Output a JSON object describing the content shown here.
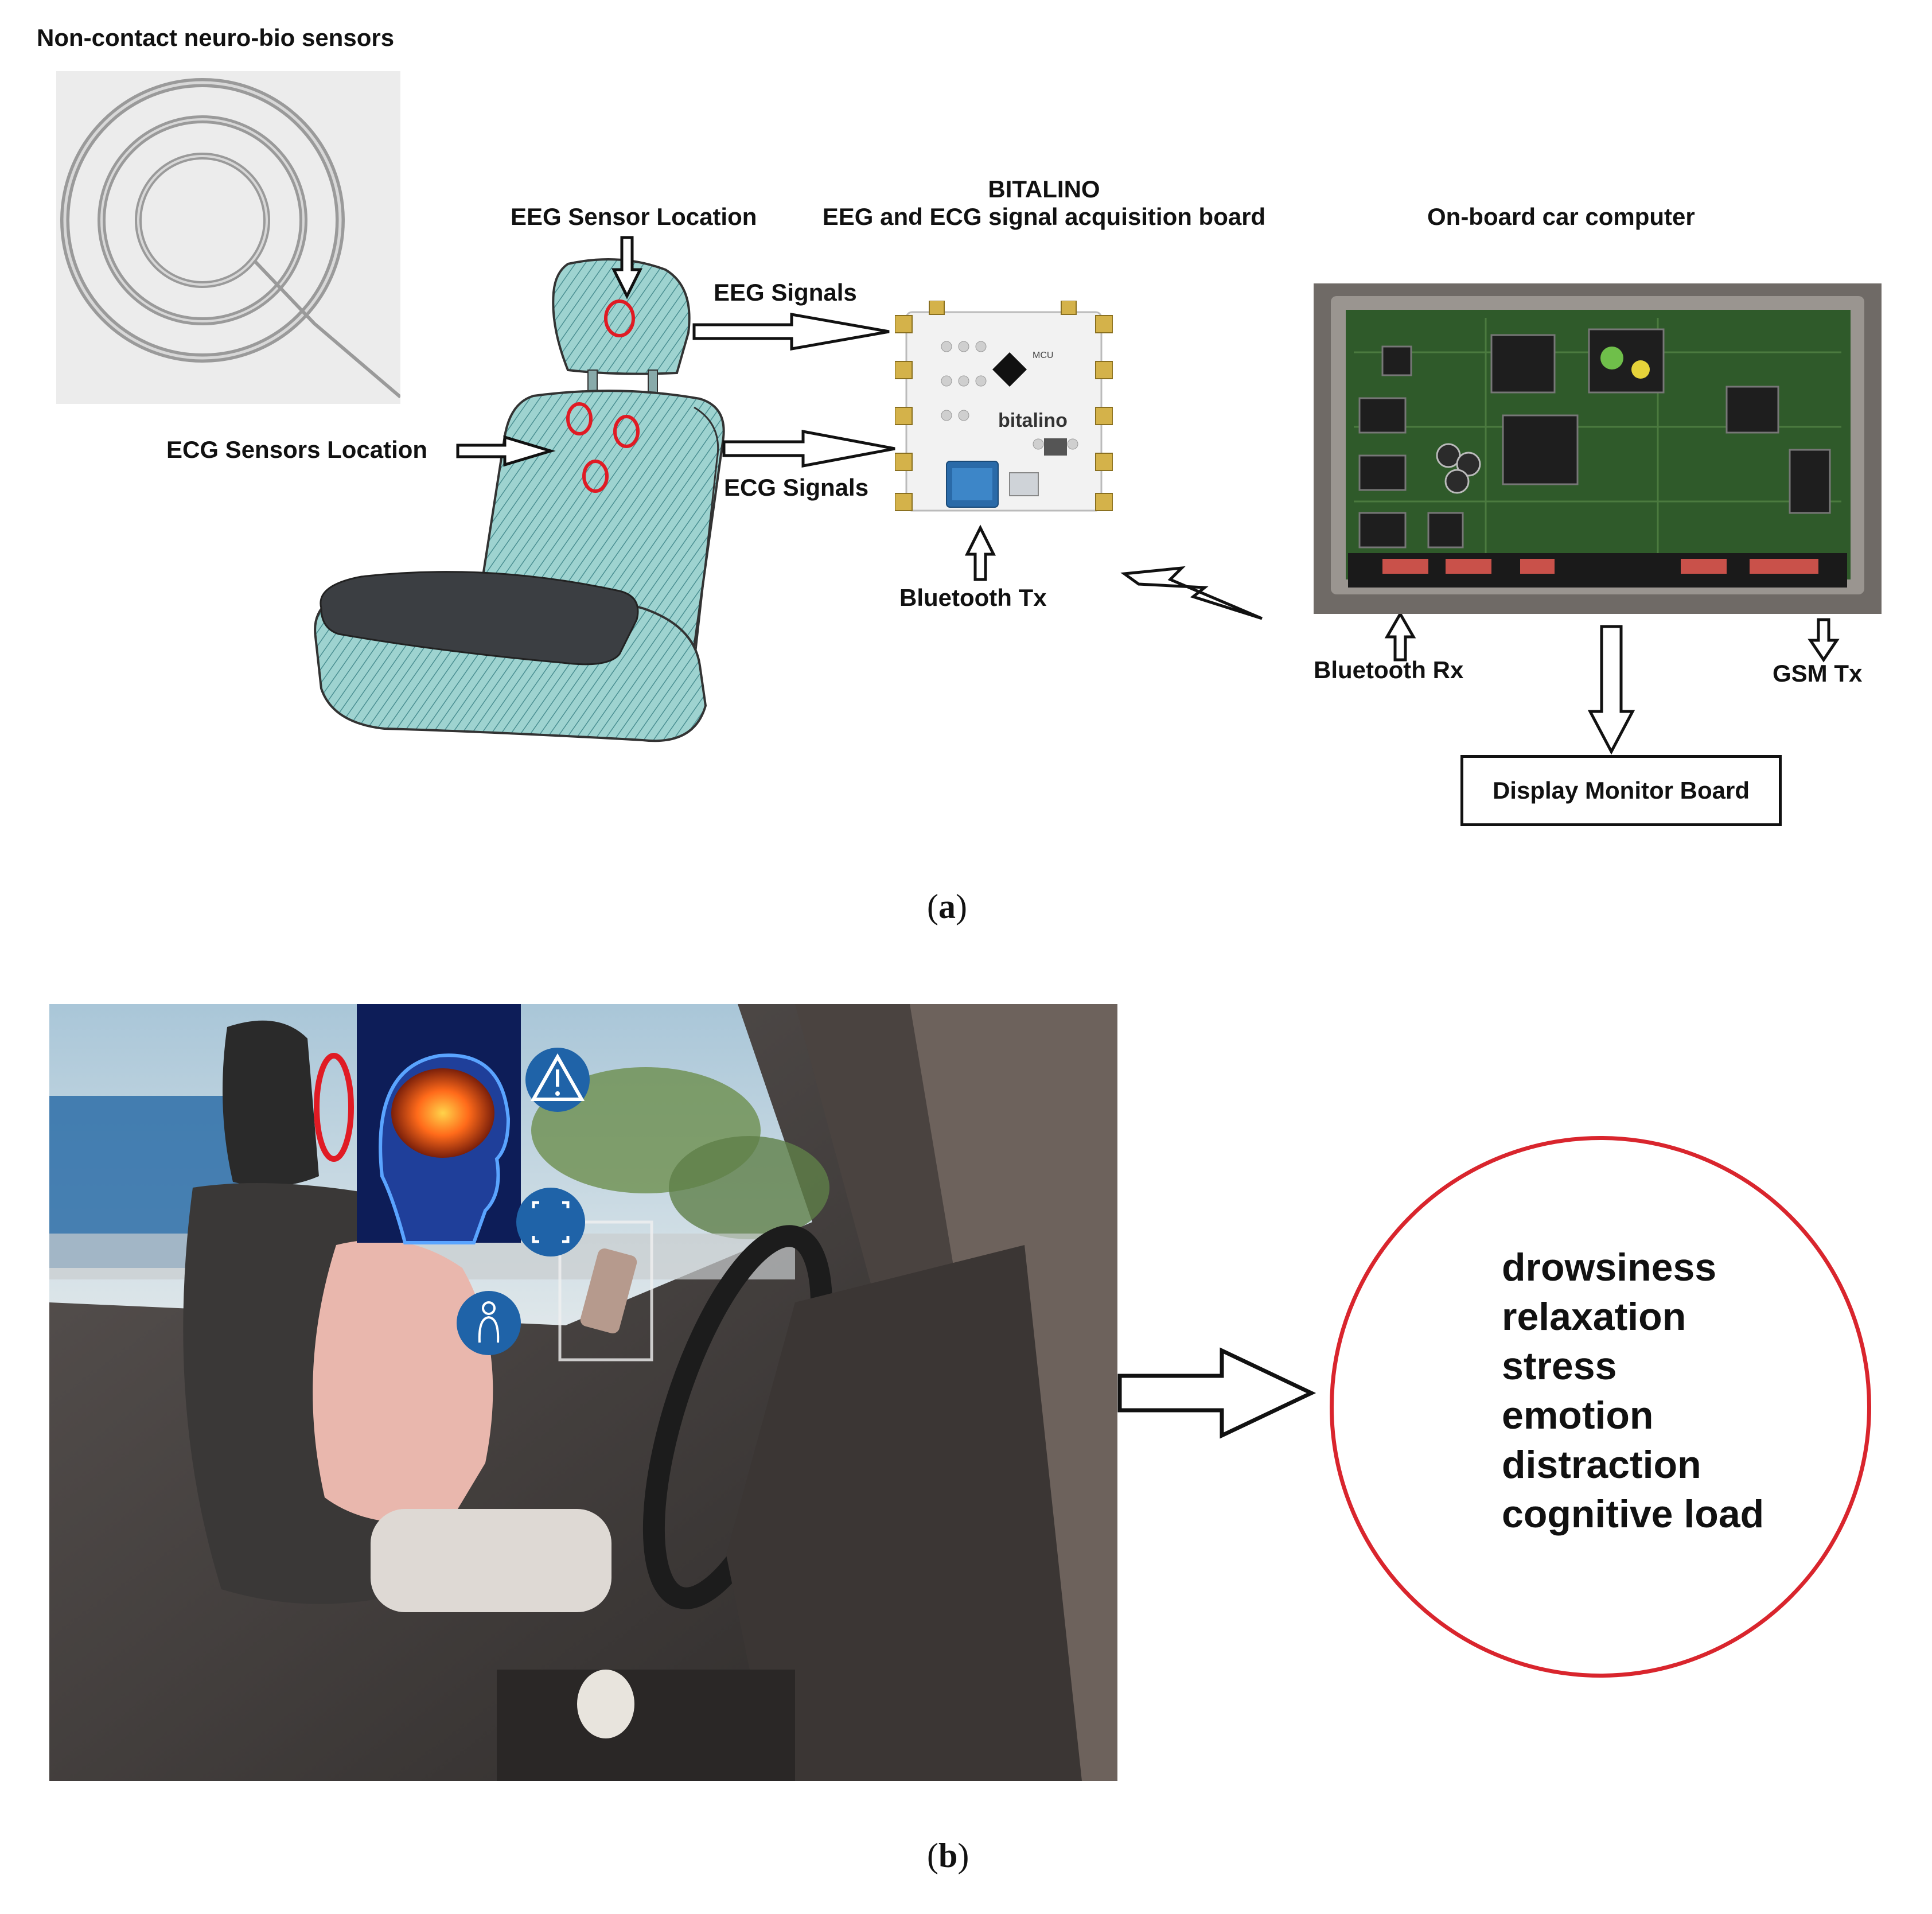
{
  "panel_a": {
    "sensors_title": "Non-contact neuro-bio sensors",
    "eeg_location_label": "EEG Sensor Location",
    "ecg_location_label": "ECG Sensors Location",
    "eeg_signals_label": "EEG Signals",
    "ecg_signals_label": "ECG Signals",
    "board_title_line1": "BITALINO",
    "board_title_line2": "EEG and ECG signal acquisition board",
    "board_brand": "bitalino",
    "bluetooth_tx_label": "Bluetooth Tx",
    "computer_title": "On-board car computer",
    "bluetooth_rx_label": "Bluetooth Rx",
    "gsm_tx_label": "GSM Tx",
    "display_board_label": "Display Monitor Board",
    "caption_open": "(",
    "caption_letter": "a",
    "caption_close": ")"
  },
  "panel_b": {
    "states": [
      "drowsiness",
      "relaxation",
      "stress",
      "emotion",
      "distraction",
      "cognitive load"
    ],
    "caption_open": "(",
    "caption_letter": "b",
    "caption_close": ")"
  },
  "colors": {
    "sensor_marker": "#e01b24",
    "seat_fill": "#8cc8c8",
    "circle_outline": "#d9252d",
    "pcb_green": "#2f5a2a"
  }
}
